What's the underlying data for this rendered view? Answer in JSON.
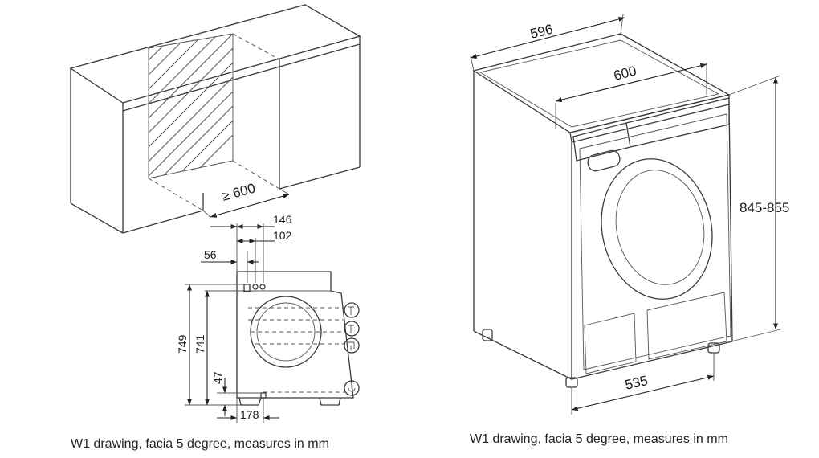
{
  "left_diagram": {
    "niche_label": "≥ 600",
    "dims": {
      "d146": "146",
      "d102": "102",
      "d56": "56",
      "d749": "749",
      "d741": "741",
      "d47": "47",
      "d178": "178"
    },
    "caption": "W1 drawing, facia 5 degree, measures in mm"
  },
  "right_diagram": {
    "dims": {
      "width_top": "596",
      "depth": "600",
      "height": "845-855",
      "bottom": "535"
    },
    "caption": "W1 drawing, facia 5 degree, measures in mm"
  }
}
